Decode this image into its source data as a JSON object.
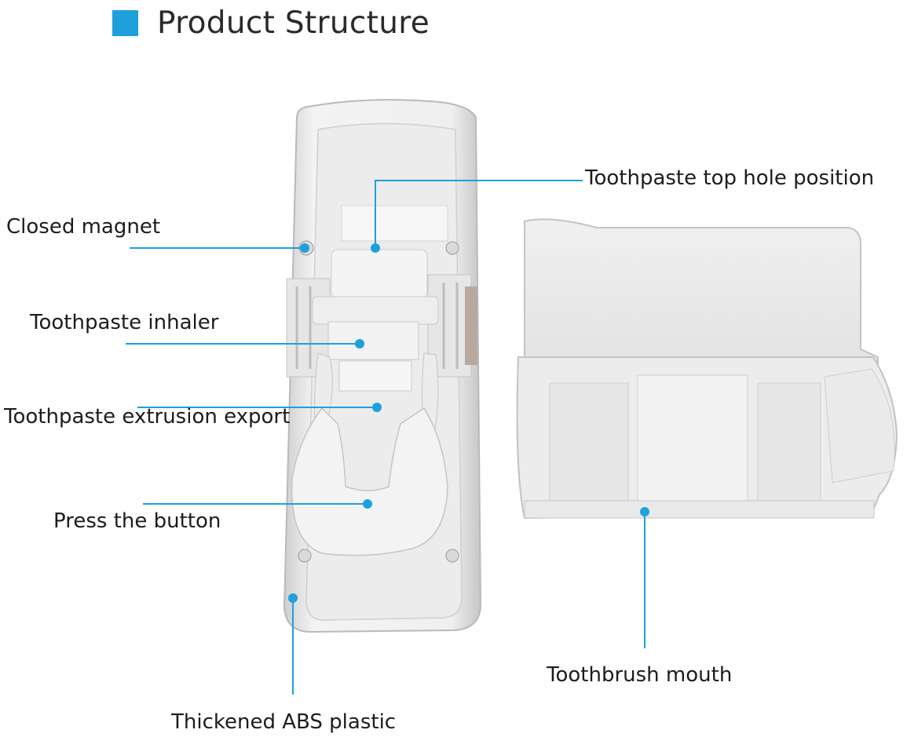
{
  "title": "Product Structure",
  "accent_color": "#1ea0dc",
  "labels": {
    "top_hole": "Toothpaste top hole position",
    "magnet": "Closed magnet",
    "inhaler": "Toothpaste inhaler",
    "extrusion": "Toothpaste extrusion export",
    "press": "Press the button",
    "abs": "Thickened ABS plastic",
    "brush_mouth": "Toothbrush mouth"
  }
}
